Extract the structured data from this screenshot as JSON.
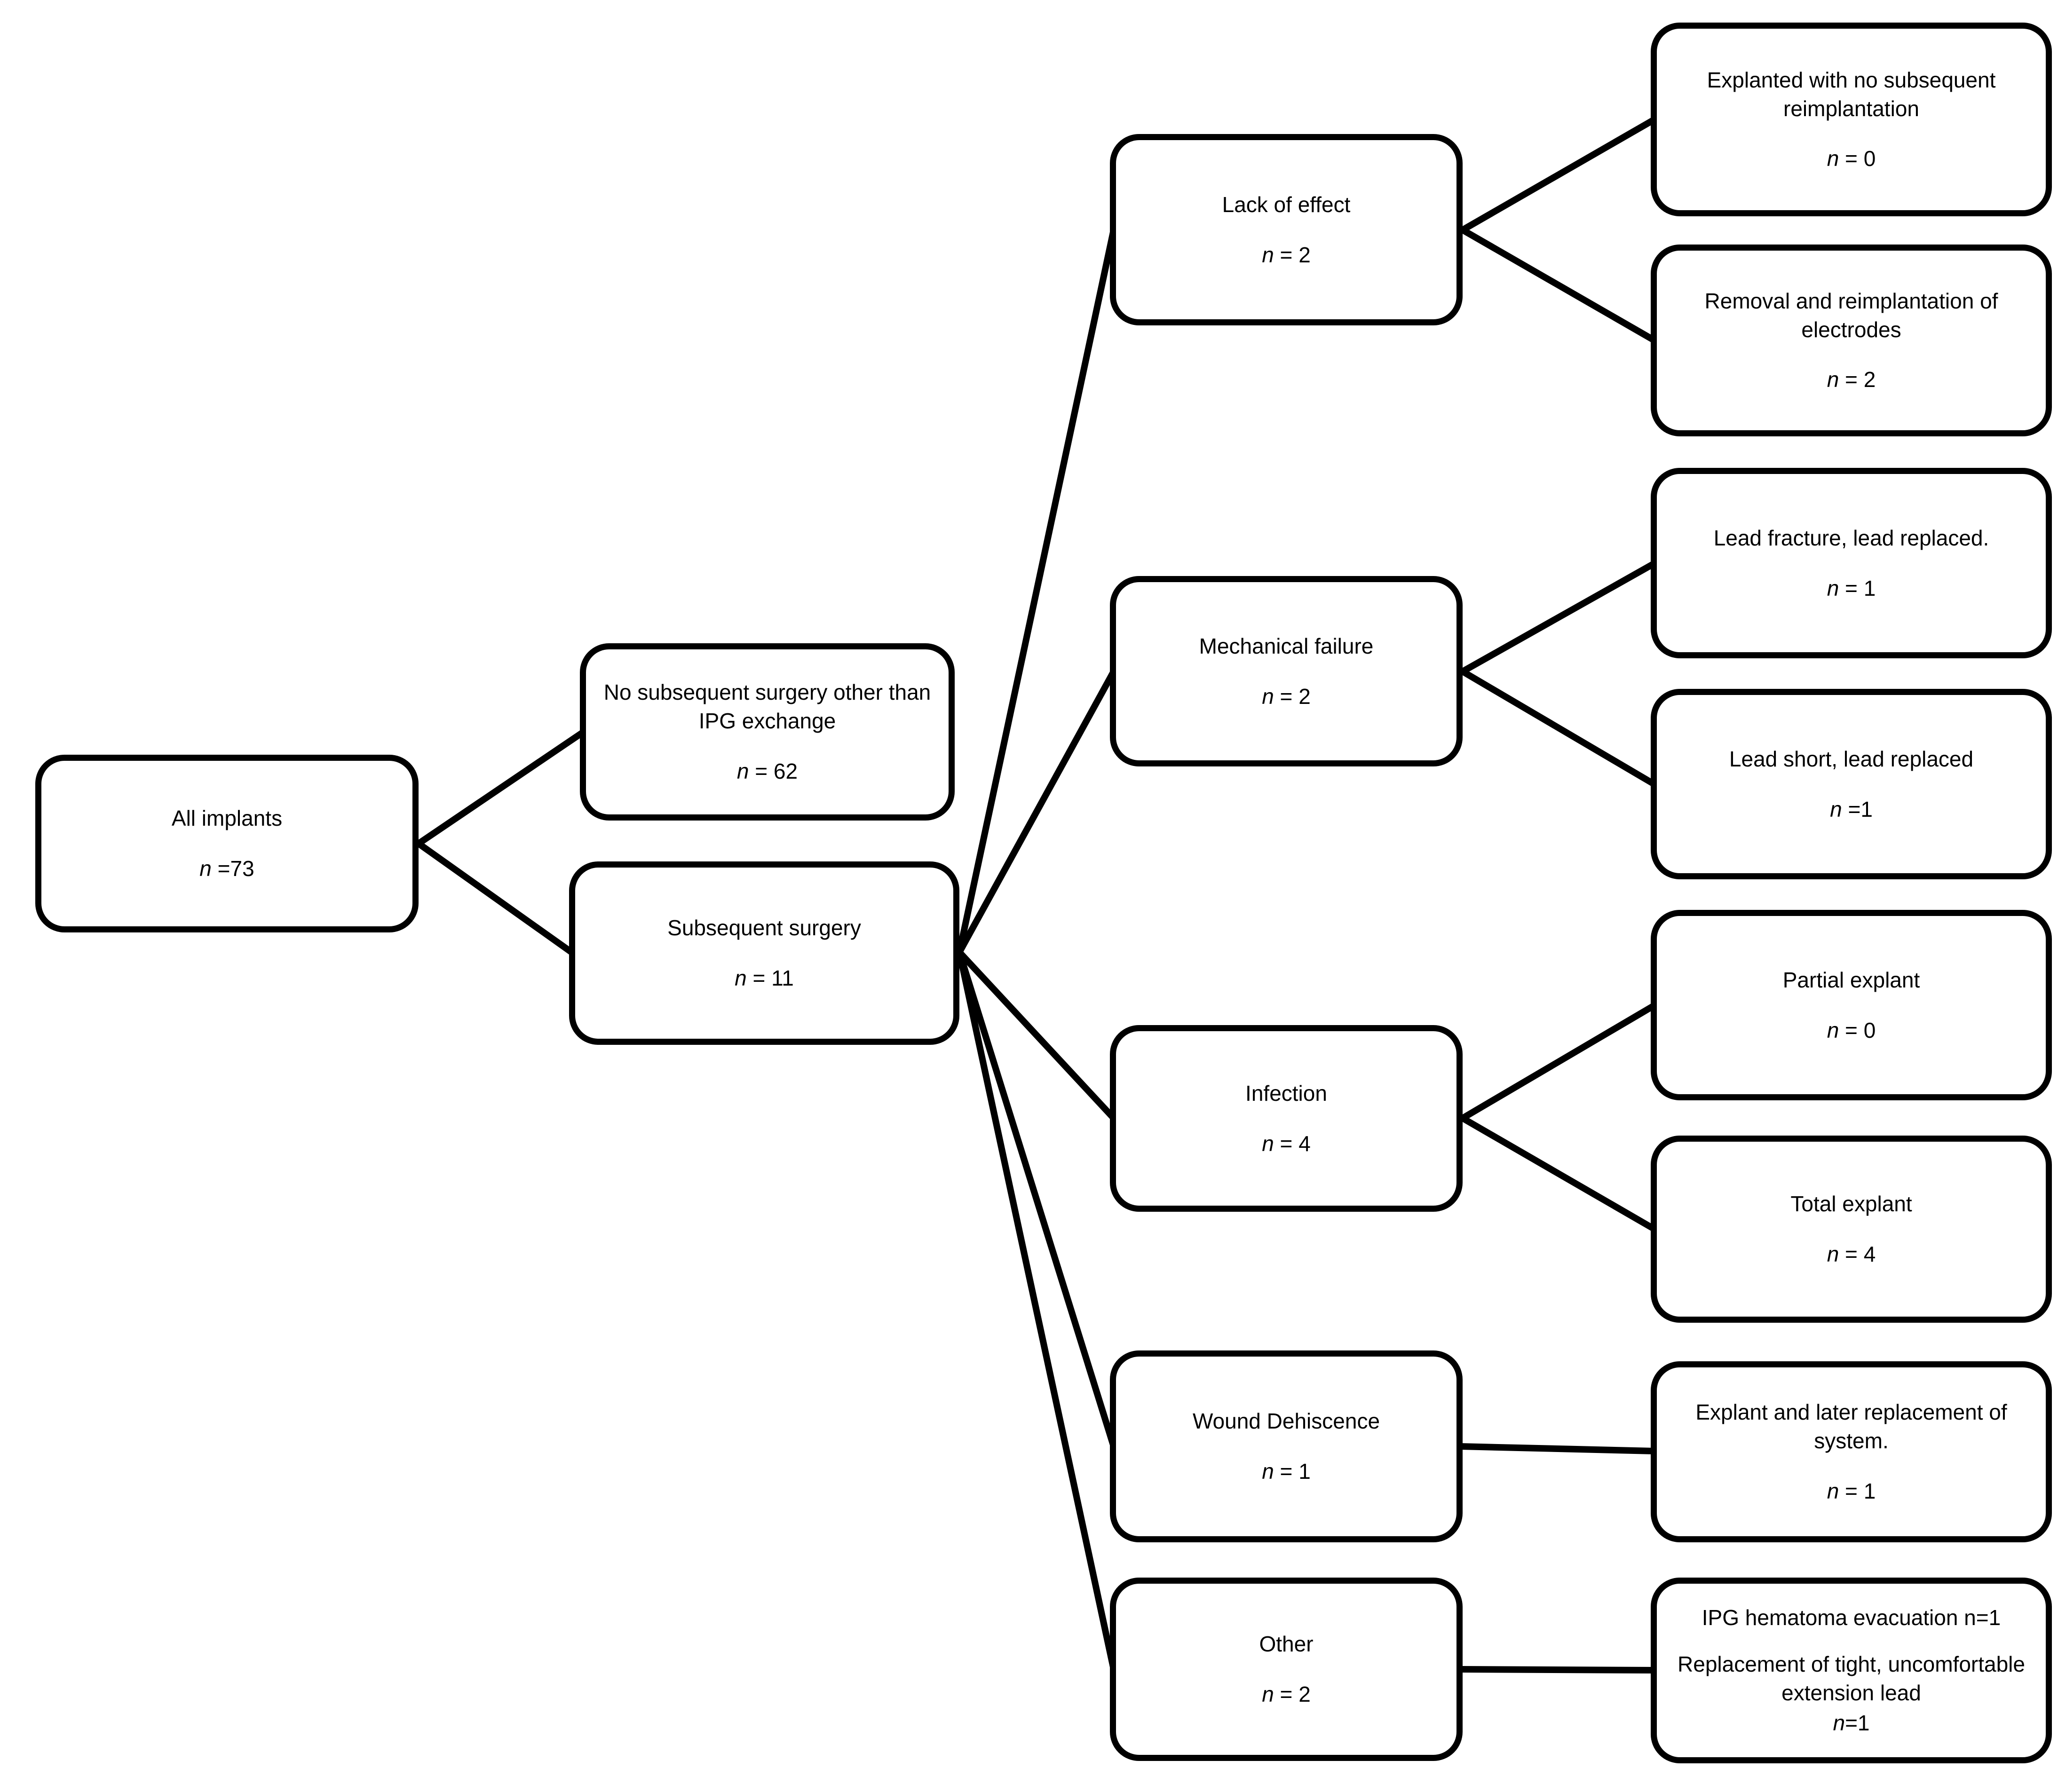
{
  "figure": {
    "background_color": "#ffffff",
    "line_color": "#000000"
  },
  "nodes": {
    "all_implants": {
      "label": "All implants",
      "n": "n =73"
    },
    "no_subsequent_surgery": {
      "label": "No subsequent surgery other than IPG exchange",
      "n": "n = 62"
    },
    "subsequent_surgery": {
      "label": "Subsequent surgery",
      "n": "n = 11"
    },
    "lack_of_effect": {
      "label": "Lack of effect",
      "n": "n = 2"
    },
    "mechanical_failure": {
      "label": "Mechanical failure",
      "n": "n = 2"
    },
    "infection": {
      "label": "Infection",
      "n": "n = 4"
    },
    "wound_dehiscence": {
      "label": "Wound Dehiscence",
      "n": "n = 1"
    },
    "other": {
      "label": "Other",
      "n": "n = 2"
    },
    "explanted_no_reimplantation": {
      "label": "Explanted with no subsequent reimplantation",
      "n": "n = 0"
    },
    "removal_reimplantation_electrodes": {
      "label": "Removal and reimplantation of electrodes",
      "n": "n = 2"
    },
    "lead_fracture": {
      "label": "Lead fracture, lead replaced.",
      "n": "n = 1"
    },
    "lead_short": {
      "label": "Lead short, lead replaced",
      "n": "n =1"
    },
    "partial_explant": {
      "label": "Partial explant",
      "n": "n = 0"
    },
    "total_explant": {
      "label": "Total explant",
      "n": "n = 4"
    },
    "explant_later_replacement": {
      "label": "Explant and later replacement of system.",
      "n": "n = 1"
    },
    "other_detail": {
      "line1": "IPG hematoma evacuation n=1",
      "label": "Replacement of tight, uncomfortable extension lead",
      "n": "n=1"
    }
  }
}
